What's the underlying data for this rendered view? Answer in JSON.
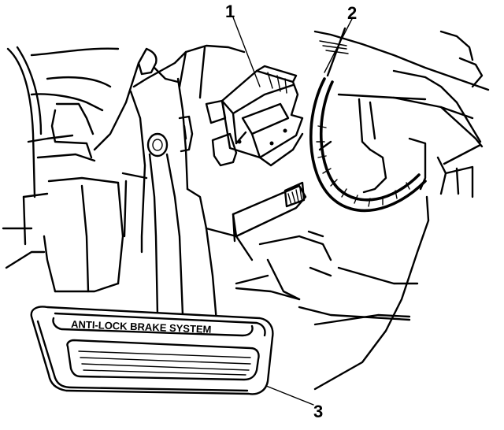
{
  "callouts": {
    "module": "1",
    "harness": "2",
    "pedal_pad": "3"
  },
  "pedal_plate_text": "ANTI-LOCK BRAKE SYSTEM"
}
